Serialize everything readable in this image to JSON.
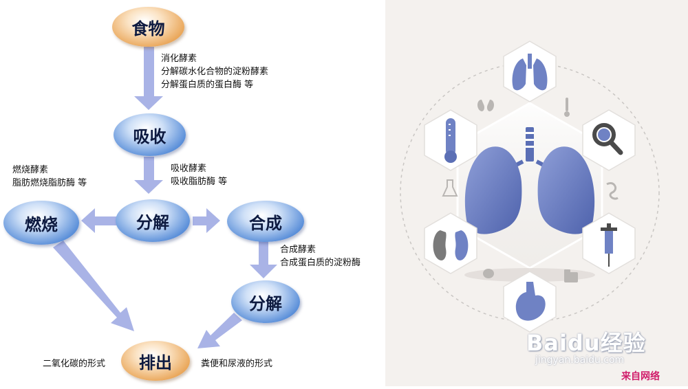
{
  "nodes": {
    "food": "食物",
    "absorb": "吸收",
    "decompose1": "分解",
    "burn": "燃烧",
    "synthesize": "合成",
    "decompose2": "分解",
    "excrete": "排出"
  },
  "notes": {
    "digest": [
      "消化酵素",
      "分解碳水化合物的淀粉酵素",
      "分解蛋白质的蛋白酶 等"
    ],
    "absorb_enzyme": [
      "吸收酵素",
      "吸收脂肪酶 等"
    ],
    "burn_enzyme": [
      "燃烧酵素",
      "脂肪燃烧脂肪酶 等"
    ],
    "synth_enzyme": [
      "合成酵素",
      "合成蛋白质的淀粉酶"
    ],
    "co2": "二氧化碳的形式",
    "waste": "粪便和尿液的形式"
  },
  "watermark": {
    "name": "Baidu经验",
    "url": "jingyan.baidu.com",
    "credit": "来自网络"
  },
  "colors": {
    "arrow": "#a9b3e6",
    "node_blue": "#4f87d6",
    "node_orange": "#e8a150",
    "icon_blue": "#5b6fb5",
    "credit": "#d01c6a"
  }
}
